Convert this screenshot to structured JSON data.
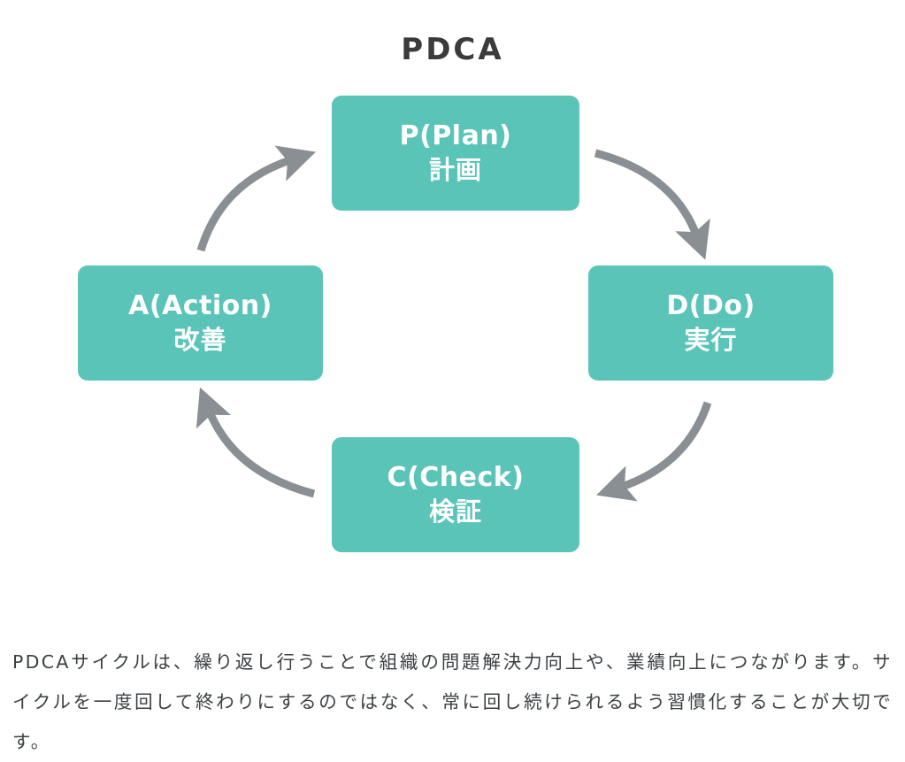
{
  "diagram": {
    "title": "PDCA",
    "accent_color": "#5bc4b8",
    "arrow_color": "#8a8f94",
    "title_color": "#3b3b3b",
    "background_color": "#ffffff",
    "steps": [
      {
        "key": "plan",
        "en": "P(Plan)",
        "ja": "計画"
      },
      {
        "key": "do",
        "en": "D(Do)",
        "ja": "実行"
      },
      {
        "key": "check",
        "en": "C(Check)",
        "ja": "検証"
      },
      {
        "key": "action",
        "en": "A(Action)",
        "ja": "改善"
      }
    ],
    "arrows": [
      {
        "name": "plan-to-do",
        "from": "plan",
        "to": "do",
        "direction": "clockwise"
      },
      {
        "name": "do-to-check",
        "from": "do",
        "to": "check",
        "direction": "clockwise"
      },
      {
        "name": "check-to-action",
        "from": "check",
        "to": "action",
        "direction": "clockwise"
      },
      {
        "name": "action-to-plan",
        "from": "action",
        "to": "plan",
        "direction": "clockwise"
      }
    ]
  },
  "body": {
    "paragraph": "PDCAサイクルは、繰り返し行うことで組織の問題解決力向上や、業績向上につながります。サイクルを一度回して終わりにするのではなく、常に回し続けられるよう習慣化することが大切です。",
    "text_color": "#3c4043"
  }
}
